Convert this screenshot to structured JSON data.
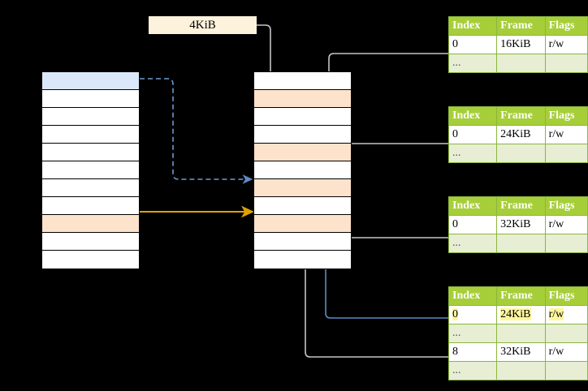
{
  "diagram": {
    "title_label": "4KiB",
    "virtual_column": {
      "name": "virtual-address-space",
      "rows": [
        {
          "fill": "blue"
        },
        {
          "fill": "white"
        },
        {
          "fill": "white"
        },
        {
          "fill": "white"
        },
        {
          "fill": "white"
        },
        {
          "fill": "white"
        },
        {
          "fill": "white"
        },
        {
          "fill": "white"
        },
        {
          "fill": "orange"
        },
        {
          "fill": "white"
        },
        {
          "fill": "white"
        }
      ]
    },
    "physical_column": {
      "name": "physical-address-space",
      "rows": [
        {
          "fill": "white"
        },
        {
          "fill": "orange"
        },
        {
          "fill": "white"
        },
        {
          "fill": "white"
        },
        {
          "fill": "orange"
        },
        {
          "fill": "white"
        },
        {
          "fill": "orange"
        },
        {
          "fill": "white"
        },
        {
          "fill": "orange"
        },
        {
          "fill": "white"
        },
        {
          "fill": "white"
        }
      ]
    },
    "colors": {
      "table_header_bg": "#a6ce39",
      "table_header_text": "#ffffff",
      "table_border": "#8cb63c",
      "ellipsis_row_bg": "#e7eed3",
      "highlight_yellow": "#fff79a",
      "blue_row": "#dbe8fa",
      "orange_row": "#fde2cc",
      "label_bg": "#fdf3dc",
      "blue_arrow": "#5b8ac4",
      "orange_arrow": "#e0a000",
      "gray_arrow": "#bfbfbf",
      "background": "#000000"
    },
    "columns": [
      "Index",
      "Frame",
      "Flags"
    ],
    "tables": [
      {
        "name": "page-table-1",
        "headers": [
          "Index",
          "Frame",
          "Flags"
        ],
        "rows": [
          {
            "type": "data",
            "index": "0",
            "frame": "16KiB",
            "flags": "r/w",
            "highlight": false
          },
          {
            "type": "ellipsis",
            "index": "...",
            "frame": "",
            "flags": ""
          }
        ]
      },
      {
        "name": "page-table-2",
        "headers": [
          "Index",
          "Frame",
          "Flags"
        ],
        "rows": [
          {
            "type": "data",
            "index": "0",
            "frame": "24KiB",
            "flags": "r/w",
            "highlight": false
          },
          {
            "type": "ellipsis",
            "index": "...",
            "frame": "",
            "flags": ""
          }
        ]
      },
      {
        "name": "page-table-3",
        "headers": [
          "Index",
          "Frame",
          "Flags"
        ],
        "rows": [
          {
            "type": "data",
            "index": "0",
            "frame": "32KiB",
            "flags": "r/w",
            "highlight": false
          },
          {
            "type": "ellipsis",
            "index": "...",
            "frame": "",
            "flags": ""
          }
        ]
      },
      {
        "name": "page-table-4",
        "headers": [
          "Index",
          "Frame",
          "Flags"
        ],
        "rows": [
          {
            "type": "data",
            "index": "0",
            "frame": "24KiB",
            "flags": "r/w",
            "highlight": true
          },
          {
            "type": "ellipsis",
            "index": "...",
            "frame": "",
            "flags": ""
          },
          {
            "type": "data",
            "index": "8",
            "frame": "32KiB",
            "flags": "r/w",
            "highlight": false
          },
          {
            "type": "ellipsis",
            "index": "...",
            "frame": "",
            "flags": ""
          }
        ]
      }
    ]
  }
}
